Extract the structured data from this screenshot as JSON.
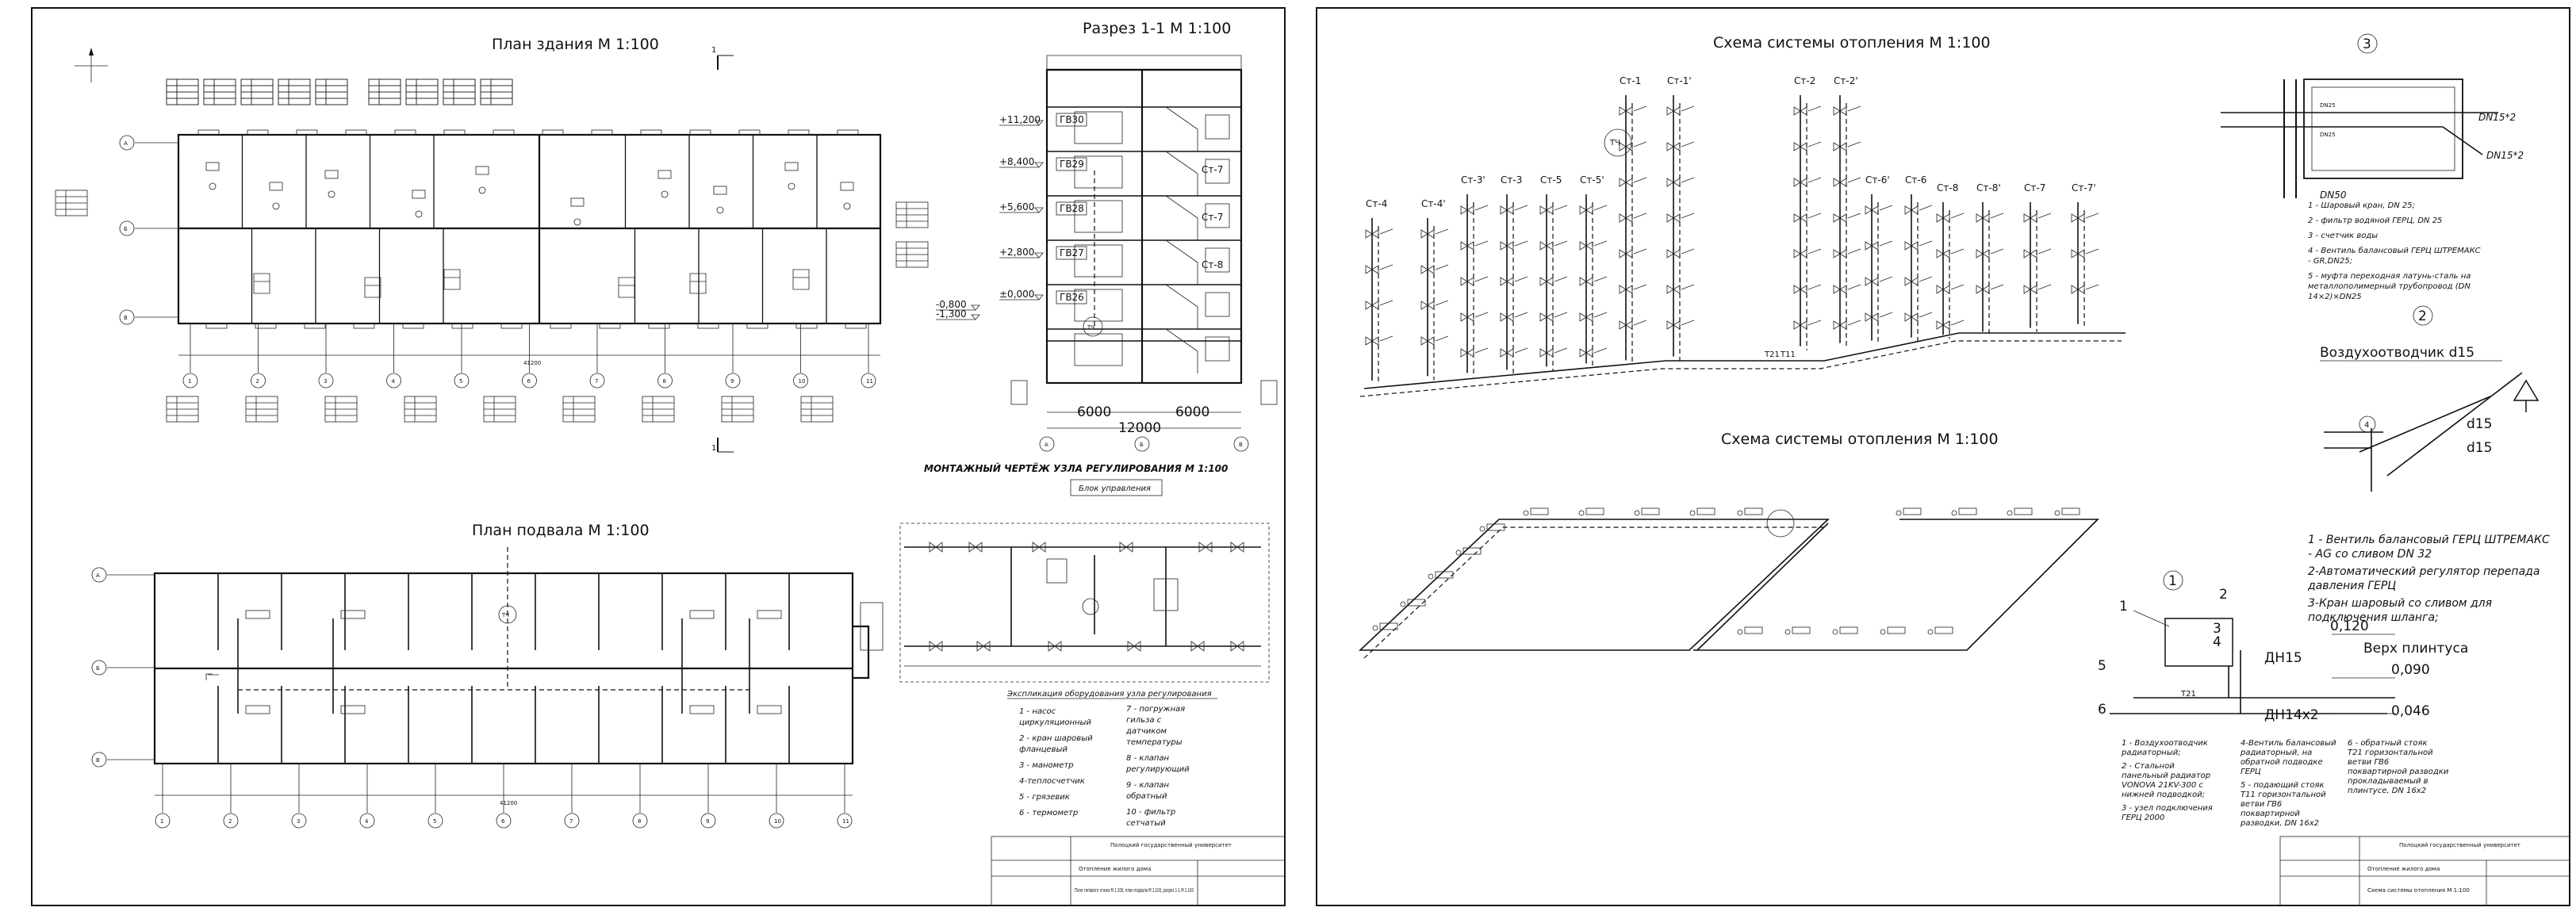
{
  "sheet_left": {
    "plan_title": "План здания М 1:100",
    "basement_title": "План подвала М 1:100",
    "section_title": "Разрез 1-1 М 1:100",
    "montage_title": "МОНТАЖНЫЙ ЧЕРТЁЖ УЗЛА РЕГУЛИРОВАНИЯ М 1:100",
    "control_block": "Блок управления",
    "explication_title": "Экспликация оборудования узла регулирования",
    "section_mark": "1",
    "axes_rows": [
      "А",
      "Б",
      "В"
    ],
    "axes_cols": [
      "1",
      "2",
      "3",
      "4",
      "5",
      "6",
      "7",
      "8",
      "9",
      "10",
      "11"
    ],
    "levels": [
      "+11,200",
      "+8,400",
      "+5,600",
      "+2,800",
      "±0,000",
      "-0,800",
      "-1,300"
    ],
    "rooms": [
      "ГВ30",
      "ГВ29",
      "ГВ28",
      "ГВ27",
      "ГВ26"
    ],
    "risers_section": [
      "Ст-7",
      "Ст-7",
      "Ст-8"
    ],
    "dim_section": [
      "6000",
      "6000",
      "12000"
    ],
    "dim_total": "41200",
    "legend_left": [
      "1 - насос циркуляционный",
      "2 - кран шаровый фланцевый",
      "3 - манометр",
      "4-теплосчетчик",
      "5 - грязевик",
      "6 - термометр"
    ],
    "legend_right": [
      "7 - погружная гильза с датчиком температуры",
      "8 - клапан регулирующий",
      "9 - клапан обратный",
      "10 - фильтр сетчатый"
    ],
    "stamp_org": "Полоцкий государственный университет",
    "stamp_sheet": "Отопление жилого дома",
    "stamp_content": "План типового этажа М 1:100, план подвала М 1:100, разрез 1-1 М 1:100"
  },
  "sheet_right": {
    "scheme_title_1": "Схема системы отопления М 1:100",
    "scheme_title_2": "Схема системы отопления М 1:100",
    "risers": [
      "Ст-4",
      "Ст-4'",
      "Ст-3'",
      "Ст-3",
      "Ст-5",
      "Ст-5'",
      "Ст-1",
      "Ст-1'",
      "Ст-2",
      "Ст-2'",
      "Ст-6'",
      "Ст-6",
      "Ст-8",
      "Ст-8'",
      "Ст-7",
      "Ст-7'"
    ],
    "pipe_labels": [
      "Т21",
      "Т11"
    ],
    "node3_label": "3",
    "node3_legend": [
      "1 - Шаровый кран, DN 25;",
      "2 - фильтр водяной ГЕРЦ, DN 25",
      "3 - счетчик воды",
      "4 - Вентиль балансовый ГЕРЦ ШТРЕМАКС - GR,DN25;",
      "5 - муфта переходная латунь-сталь на металлополимерный трубопровод (DN 14×2)×DN25"
    ],
    "node3_dn": [
      "DN15*2",
      "DN15*2",
      "DN50",
      "DN25",
      "DN25"
    ],
    "node2_label": "2",
    "air_vent": "Воздухоотводчик  d15",
    "d15": [
      "d15",
      "d15"
    ],
    "node2_legend": [
      "1 - Вентиль балансовый ГЕРЦ ШТРЕМАКС - AG со сливом DN 32",
      "2-Автоматический регулятор перепада давления ГЕРЦ",
      "3-Кран шаровый со сливом для подключения шланга;"
    ],
    "node1_label": "1",
    "node1_marks": [
      "0,120",
      "Верх плинтуса",
      "0,090",
      "0,046",
      "ДН15",
      "ДН14x2",
      "Т21",
      "1",
      "2",
      "3",
      "4",
      "5",
      "6"
    ],
    "node1_legend": [
      "1 - Воздухоотводчик радиаторный;",
      "2 - Стальной панельный радиатор VONOVA 21KV-300 с нижней подводкой;",
      "3 - узел подключения ГЕРЦ 2000",
      "4-Вентиль балансовый радиаторный, на обратной подводке ГЕРЦ",
      "5 - подающий стояк Т11 горизонтальной ветви ГВ6 поквартирной разводки, DN 16x2",
      "6 - обратный стояк Т21 горизонтальной ветви ГВ6 поквартирной разводки прокладываемый в плинтусе, DN 16x2"
    ],
    "stamp_org": "Полоцкий государственный университет",
    "stamp_sheet": "Отопление жилого дома",
    "stamp_content": "Схема системы отопления М 1:100"
  }
}
